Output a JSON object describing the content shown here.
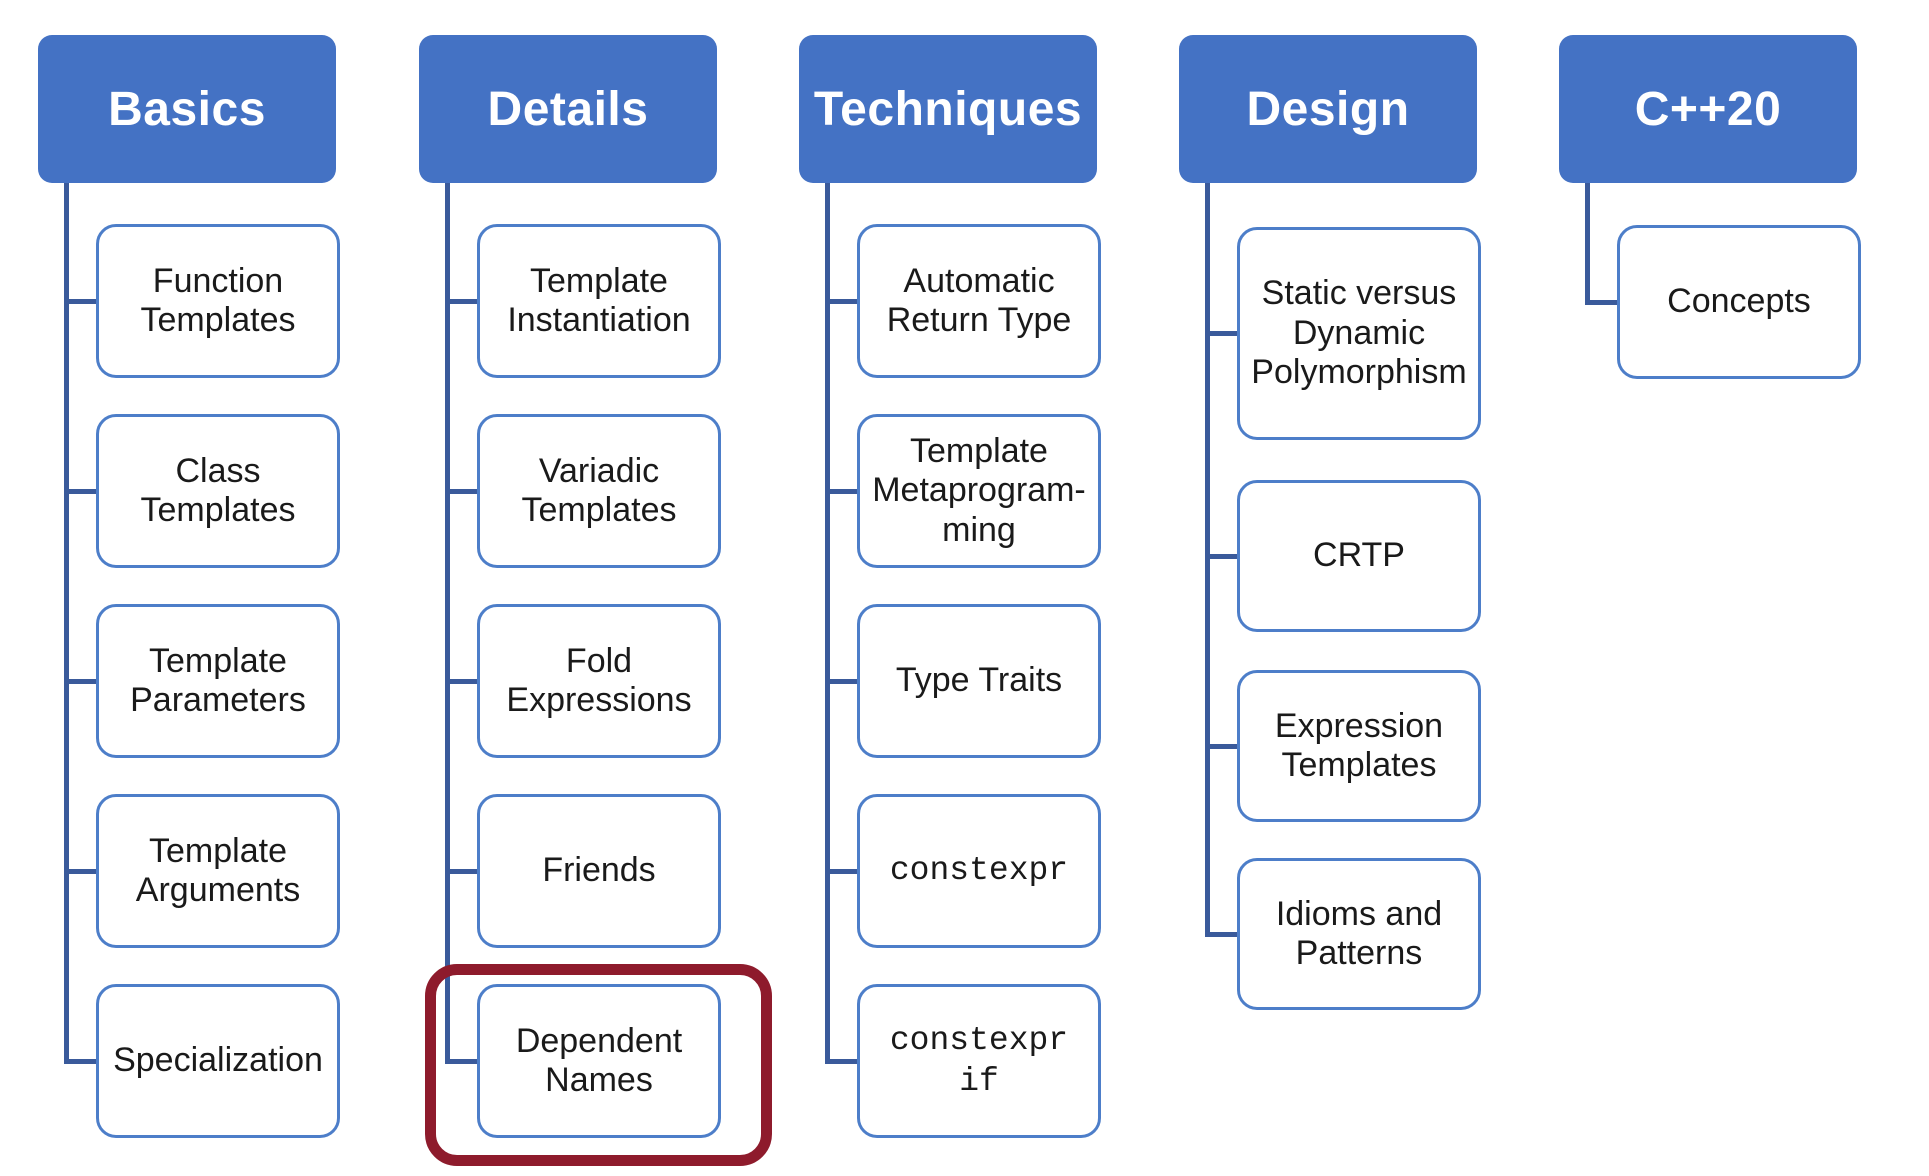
{
  "colors": {
    "header_fill": "#4472C4",
    "header_text": "#FFFFFF",
    "box_border": "#4D7EC9",
    "connector": "#3A5A9B",
    "highlight": "#8E1B2C",
    "text_dark": "#1A1A1A",
    "background": "#FFFFFF"
  },
  "columns": [
    {
      "header": "Basics",
      "items": [
        {
          "label": "Function\nTemplates"
        },
        {
          "label": "Class\nTemplates"
        },
        {
          "label": "Template\nParameters"
        },
        {
          "label": "Template\nArguments"
        },
        {
          "label": "Specialization"
        }
      ]
    },
    {
      "header": "Details",
      "items": [
        {
          "label": "Template\nInstantiation"
        },
        {
          "label": "Variadic\nTemplates"
        },
        {
          "label": "Fold\nExpressions"
        },
        {
          "label": "Friends"
        },
        {
          "label": "Dependent\nNames",
          "highlighted": true
        }
      ]
    },
    {
      "header": "Techniques",
      "items": [
        {
          "label": "Automatic\nReturn Type"
        },
        {
          "label": "Template\nMetaprogram-\nming"
        },
        {
          "label": "Type Traits"
        },
        {
          "label": "constexpr",
          "mono": true
        },
        {
          "label": "constexpr\nif",
          "mono": true
        }
      ]
    },
    {
      "header": "Design",
      "items": [
        {
          "label": "Static versus\nDynamic\nPolymorphism"
        },
        {
          "label": "CRTP"
        },
        {
          "label": "Expression\nTemplates"
        },
        {
          "label": "Idioms and\nPatterns"
        }
      ]
    },
    {
      "header": "C++20",
      "items": [
        {
          "label": "Concepts"
        }
      ]
    }
  ]
}
